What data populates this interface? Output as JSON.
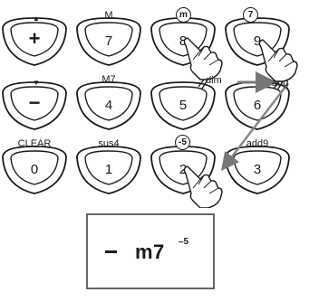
{
  "keypad": {
    "keys": [
      {
        "label": "+",
        "top_label": ""
      },
      {
        "label": "7",
        "top_label": "M"
      },
      {
        "label": "8",
        "top_label": ""
      },
      {
        "label": "9",
        "top_label": ""
      },
      {
        "label": "−",
        "top_label": ""
      },
      {
        "label": "4",
        "top_label": "M7"
      },
      {
        "label": "5",
        "top_label": ""
      },
      {
        "label": "6",
        "top_label": ""
      },
      {
        "label": "0",
        "top_label": "CLEAR"
      },
      {
        "label": "1",
        "top_label": "sus4"
      },
      {
        "label": "2",
        "top_label": ""
      },
      {
        "label": "3",
        "top_label": "add9"
      }
    ],
    "side_labels": {
      "dim": "dim",
      "aug": "aug"
    },
    "badges": {
      "key8": "m",
      "key9": "7",
      "key2": "-5"
    },
    "up_glyph": "▲",
    "down_glyph": "▼"
  },
  "display": {
    "main_text": "m7",
    "superscript": "–5"
  }
}
